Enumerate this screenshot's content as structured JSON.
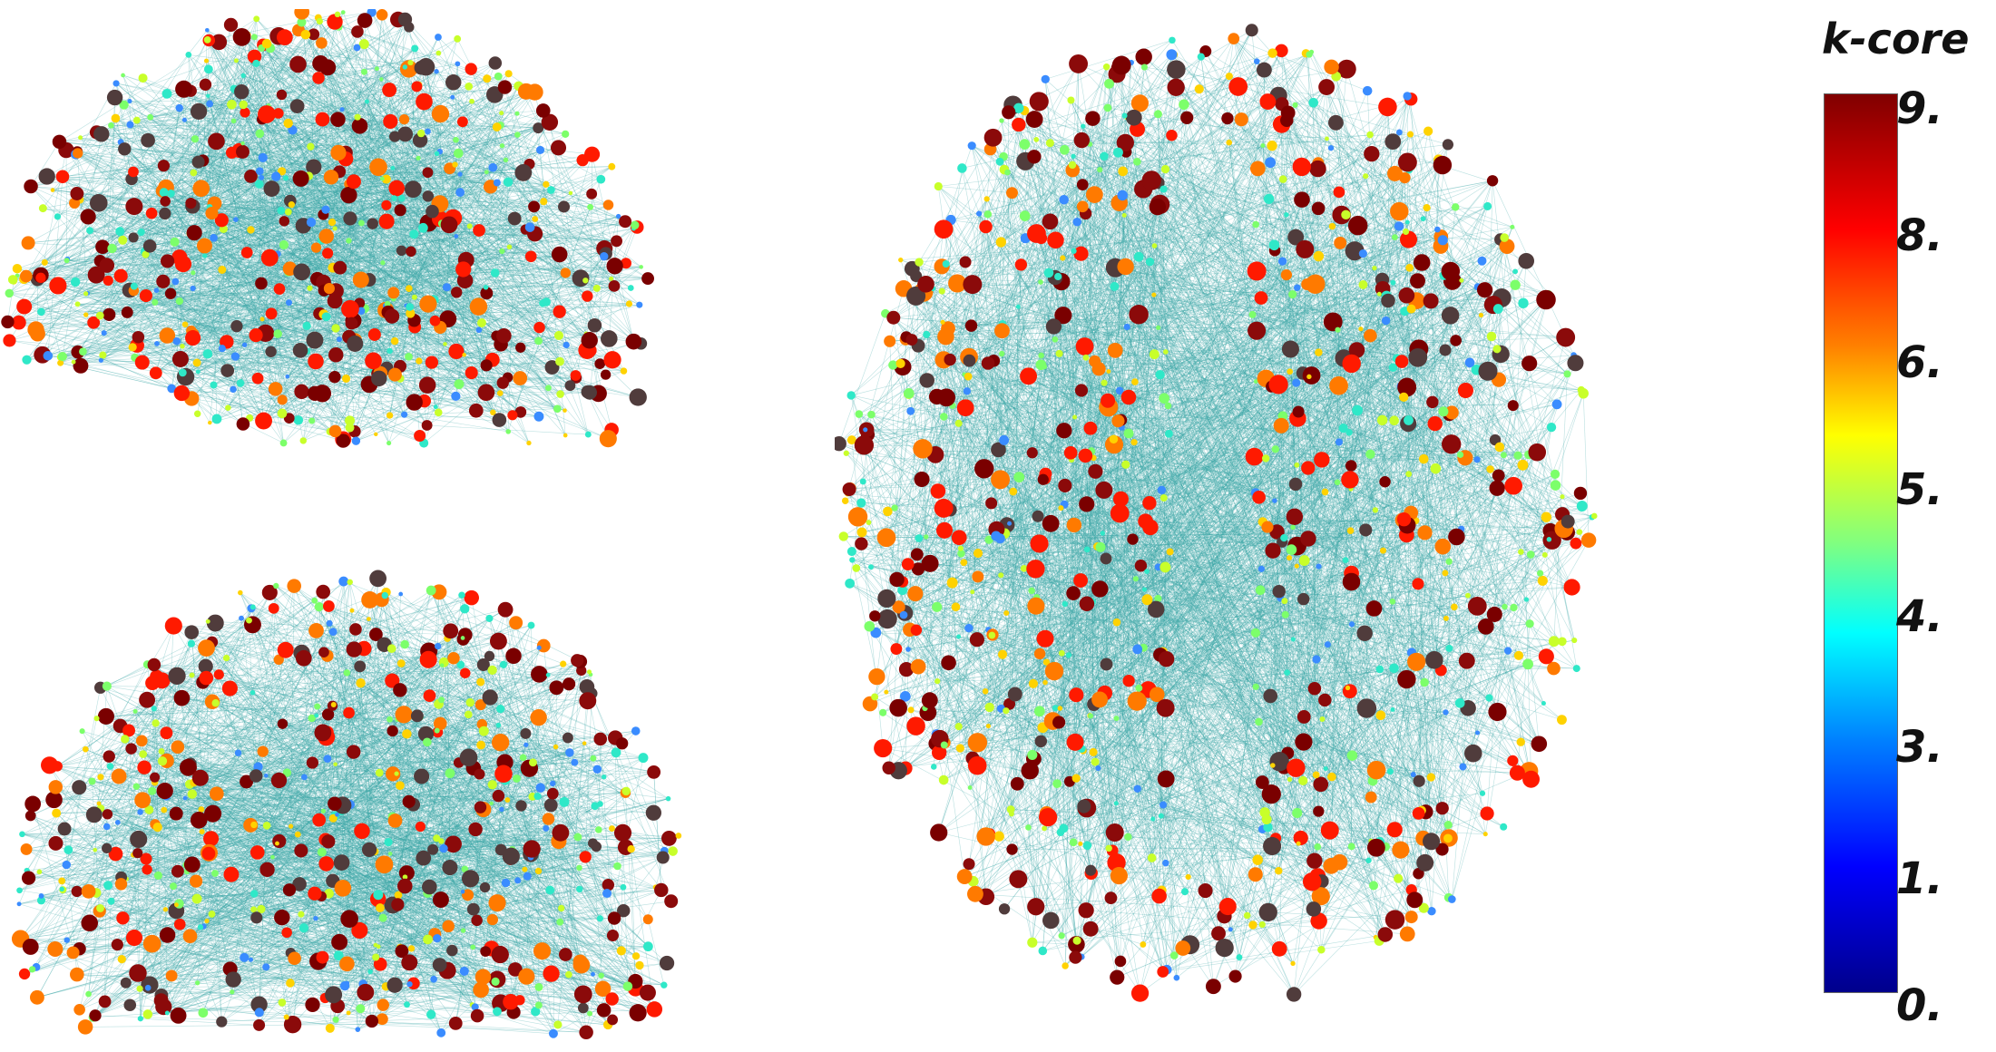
{
  "figure": {
    "panels": [
      {
        "id": "sagittal-top",
        "view": "lateral"
      },
      {
        "id": "sagittal-bottom",
        "view": "medial"
      },
      {
        "id": "axial",
        "view": "top-down"
      }
    ],
    "node_colors": [
      "#7a0000",
      "#8b0a0a",
      "#ff1a00",
      "#ff7a00",
      "#ffd200",
      "#c8ff2a",
      "#7cff6a",
      "#2fe8c8",
      "#3a8cff",
      "#503c3c"
    ],
    "edge_color": "#3aa6a6"
  },
  "colorbar": {
    "title": "k-core",
    "ticks": [
      "9.",
      "8.",
      "6.",
      "5.",
      "4.",
      "3.",
      "1.",
      "0."
    ]
  }
}
